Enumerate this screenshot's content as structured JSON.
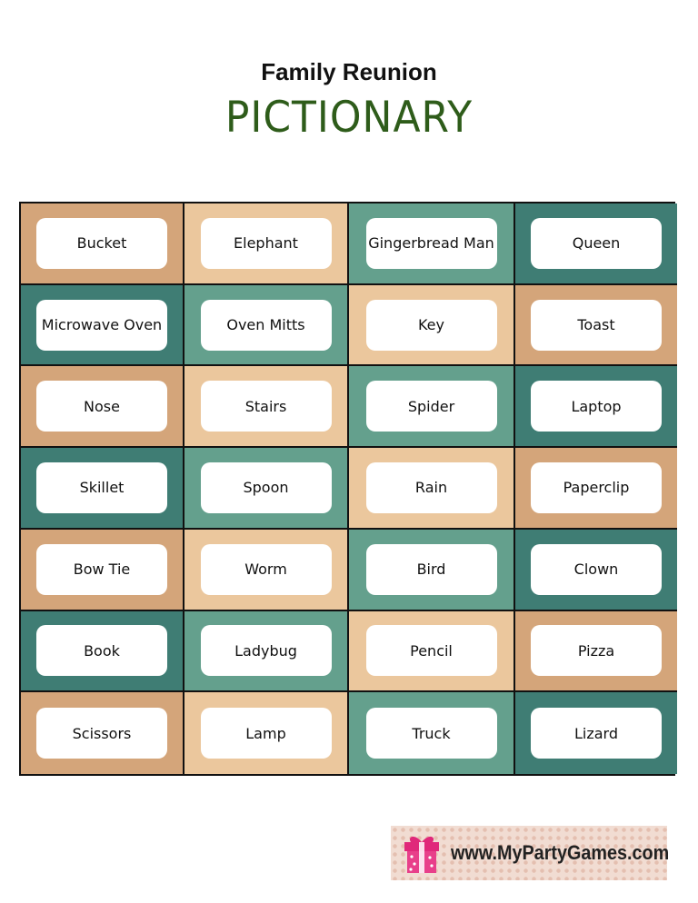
{
  "header": {
    "title": "Family Reunion",
    "subtitle": "PICTIONARY"
  },
  "colors": {
    "tan_dark": "#d4a57a",
    "tan_light": "#ebc79d",
    "teal_light": "#64a08d",
    "teal_dark": "#3f7d74"
  },
  "grid": {
    "rows": [
      [
        {
          "word": "Bucket",
          "color": "#d4a57a"
        },
        {
          "word": "Elephant",
          "color": "#ebc79d"
        },
        {
          "word": "Gingerbread Man",
          "color": "#64a08d"
        },
        {
          "word": "Queen",
          "color": "#3f7d74"
        }
      ],
      [
        {
          "word": "Microwave Oven",
          "color": "#3f7d74"
        },
        {
          "word": "Oven Mitts",
          "color": "#64a08d"
        },
        {
          "word": "Key",
          "color": "#ebc79d"
        },
        {
          "word": "Toast",
          "color": "#d4a57a"
        }
      ],
      [
        {
          "word": "Nose",
          "color": "#d4a57a"
        },
        {
          "word": "Stairs",
          "color": "#ebc79d"
        },
        {
          "word": "Spider",
          "color": "#64a08d"
        },
        {
          "word": "Laptop",
          "color": "#3f7d74"
        }
      ],
      [
        {
          "word": "Skillet",
          "color": "#3f7d74"
        },
        {
          "word": "Spoon",
          "color": "#64a08d"
        },
        {
          "word": "Rain",
          "color": "#ebc79d"
        },
        {
          "word": "Paperclip",
          "color": "#d4a57a"
        }
      ],
      [
        {
          "word": "Bow Tie",
          "color": "#d4a57a"
        },
        {
          "word": "Worm",
          "color": "#ebc79d"
        },
        {
          "word": "Bird",
          "color": "#64a08d"
        },
        {
          "word": "Clown",
          "color": "#3f7d74"
        }
      ],
      [
        {
          "word": "Book",
          "color": "#3f7d74"
        },
        {
          "word": "Ladybug",
          "color": "#64a08d"
        },
        {
          "word": "Pencil",
          "color": "#ebc79d"
        },
        {
          "word": "Pizza",
          "color": "#d4a57a"
        }
      ],
      [
        {
          "word": "Scissors",
          "color": "#d4a57a"
        },
        {
          "word": "Lamp",
          "color": "#ebc79d"
        },
        {
          "word": "Truck",
          "color": "#64a08d"
        },
        {
          "word": "Lizard",
          "color": "#3f7d74"
        }
      ]
    ]
  },
  "footer": {
    "logo_text": "www.MyPartyGames.com",
    "logo_icon": "gift-box-icon"
  }
}
